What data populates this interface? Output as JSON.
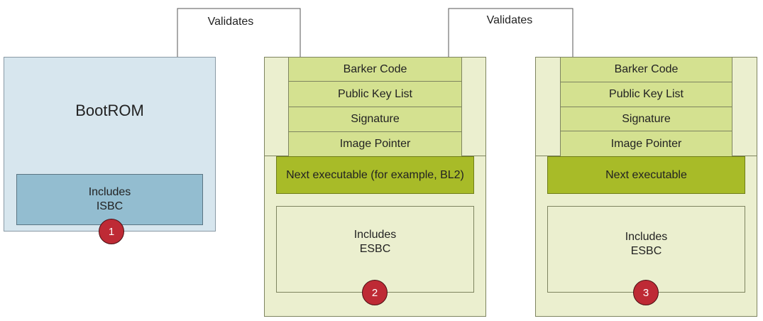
{
  "validates_left": "Validates",
  "validates_right": "Validates",
  "bootrom": {
    "title": "BootROM",
    "inner_line1": "Includes",
    "inner_line2": "ISBC",
    "badge": "1"
  },
  "image_a": {
    "fields": [
      "Barker Code",
      "Public Key List",
      "Signature",
      "Image Pointer"
    ],
    "next_exec": "Next executable (for example, BL2)",
    "esbc_line1": "Includes",
    "esbc_line2": "ESBC",
    "badge": "2"
  },
  "image_b": {
    "fields": [
      "Barker Code",
      "Public Key List",
      "Signature",
      "Image Pointer"
    ],
    "next_exec": "Next executable",
    "esbc_line1": "Includes",
    "esbc_line2": "ESBC",
    "badge": "3"
  }
}
